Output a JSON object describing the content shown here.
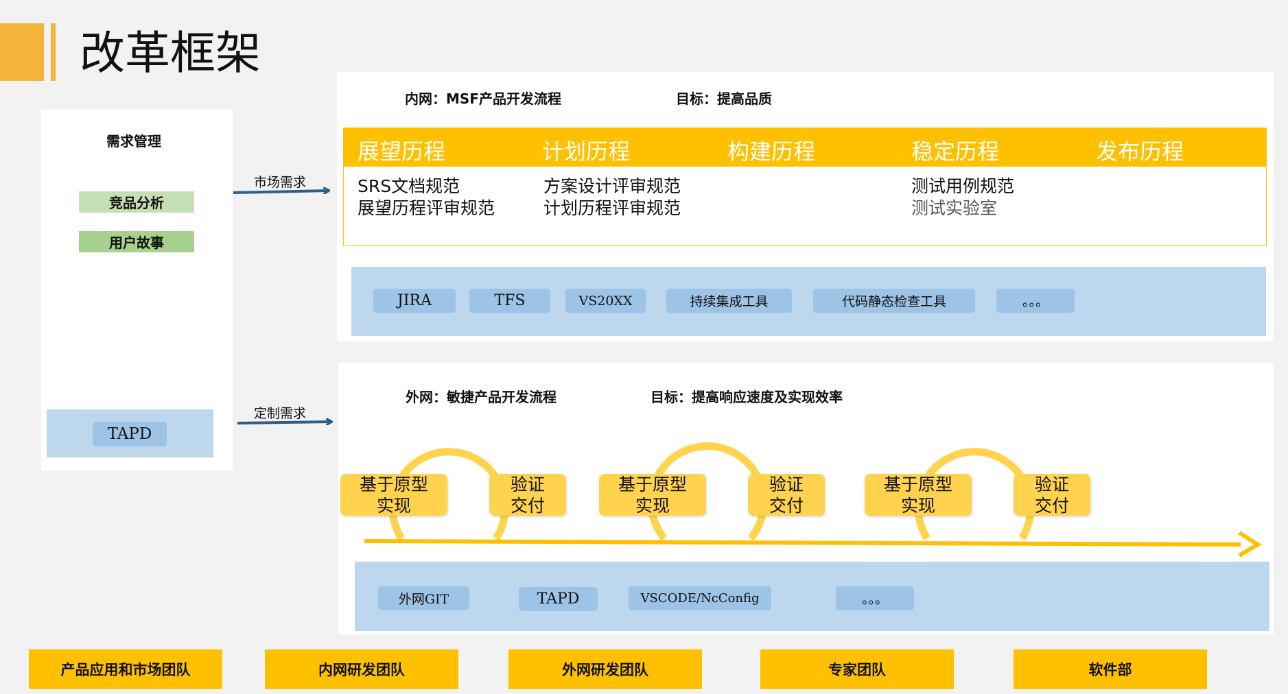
{
  "title": "改革框架",
  "left_panel": {
    "heading": "需求管理",
    "tags": [
      "竞品分析",
      "用户故事"
    ],
    "tool": "TAPD"
  },
  "arrows": {
    "top_label": "市场需求",
    "bottom_label": "定制需求"
  },
  "intranet": {
    "process_label": "内网：MSF产品开发流程",
    "goal_label": "目标：提高品质",
    "phases": [
      "展望历程",
      "计划历程",
      "构建历程",
      "稳定历程",
      "发布历程"
    ],
    "specs": [
      [
        "SRS文档规范",
        "展望历程评审规范"
      ],
      [
        "方案设计评审规范",
        "计划历程评审规范"
      ],
      [],
      [
        "测试用例规范",
        "测试实验室"
      ],
      []
    ],
    "tools": [
      "JIRA",
      "TFS",
      "VS20XX",
      "持续集成工具",
      "代码静态检查工具",
      "。。。"
    ]
  },
  "extranet": {
    "process_label": "外网：敏捷产品开发流程",
    "goal_label": "目标：提高响应速度及实现效率",
    "cycles": [
      {
        "build": [
          "基于原型",
          "实现"
        ],
        "verify": [
          "验证",
          "交付"
        ]
      },
      {
        "build": [
          "基于原型",
          "实现"
        ],
        "verify": [
          "验证",
          "交付"
        ]
      },
      {
        "build": [
          "基于原型",
          "实现"
        ],
        "verify": [
          "验证",
          "交付"
        ]
      }
    ],
    "tools": [
      "外网GIT",
      "TAPD",
      "VSCODE/NcConfig",
      "。。。"
    ]
  },
  "teams": [
    "产品应用和市场团队",
    "内网研发团队",
    "外网研发团队",
    "专家团队",
    "软件部"
  ],
  "colors": {
    "accent": "#ffc000",
    "light_blue": "#bdd7ee",
    "chip_blue": "#9dc3e6",
    "tag_green_1": "#c5e0b4",
    "tag_green_2": "#a9d18e",
    "arrow_blue": "#2e5f8a",
    "cycle_yellow": "#ffd34d"
  }
}
